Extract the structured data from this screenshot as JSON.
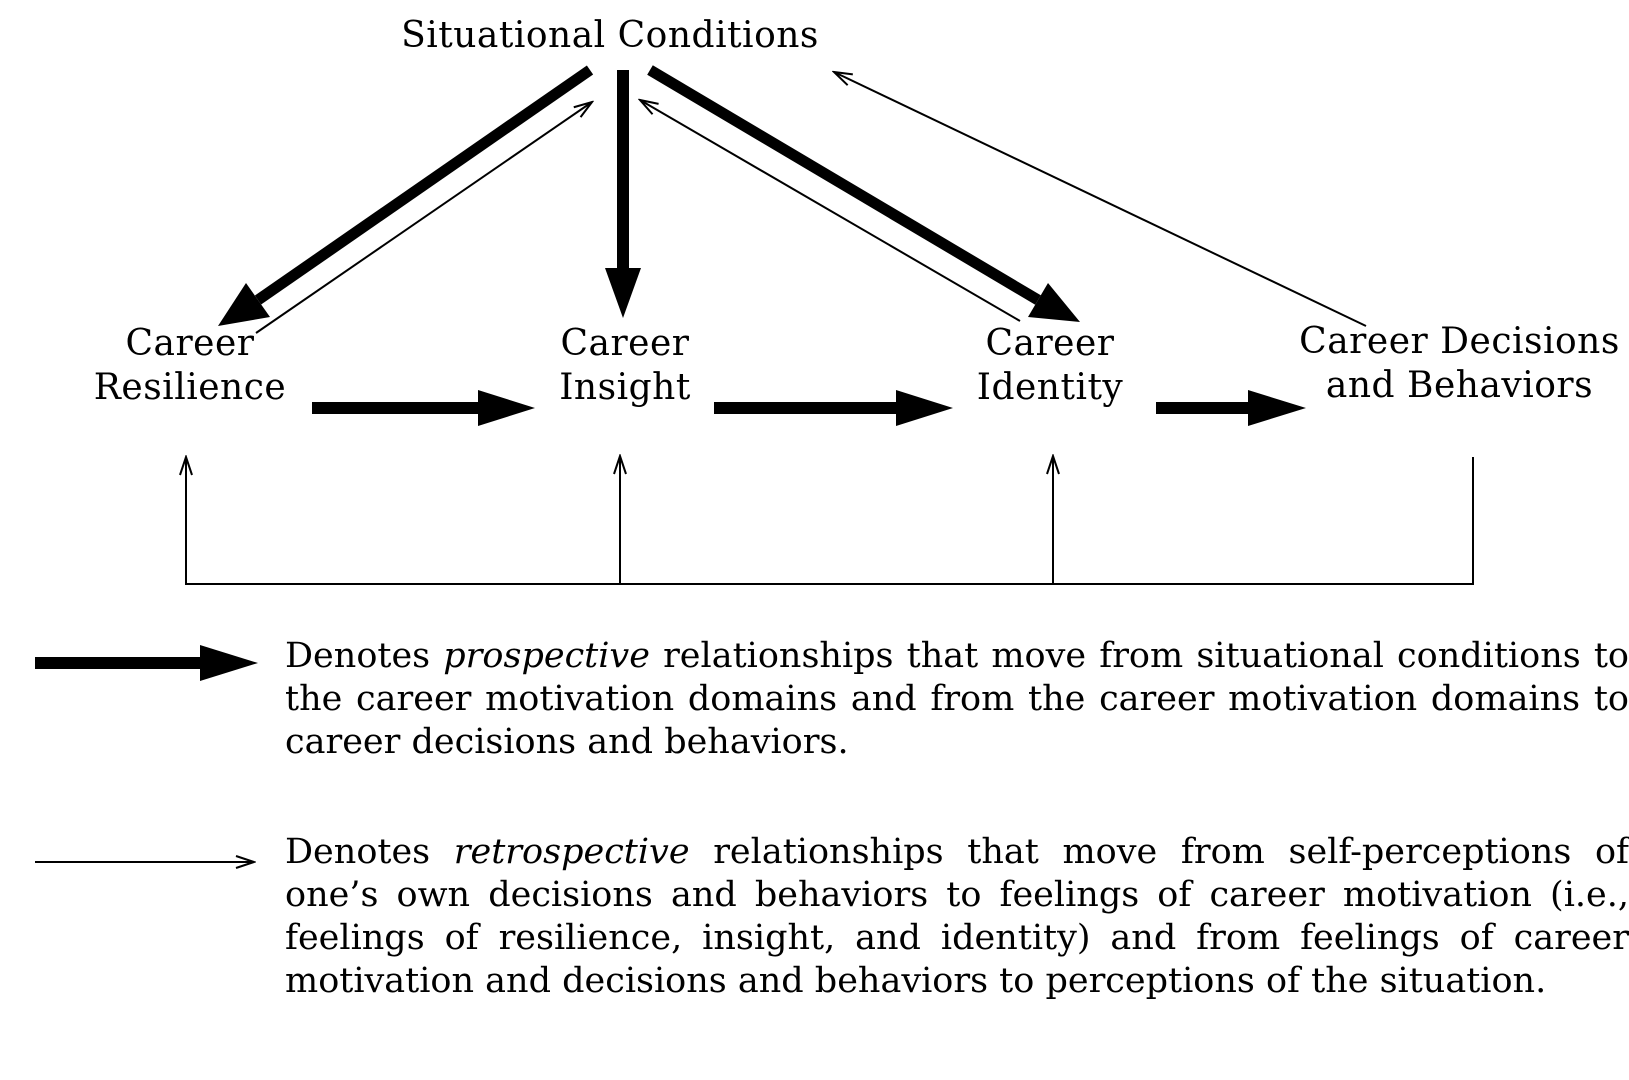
{
  "nodes": {
    "situational": {
      "line1": "Situational Conditions"
    },
    "resilience": {
      "line1": "Career",
      "line2": "Resilience"
    },
    "insight": {
      "line1": "Career",
      "line2": "Insight"
    },
    "identity": {
      "line1": "Career",
      "line2": "Identity"
    },
    "decisions": {
      "line1": "Career Decisions",
      "line2": "and Behaviors"
    }
  },
  "legend": {
    "prospective": {
      "before": "Denotes ",
      "keyword": "prospective",
      "after": " relationships that move from situational conditions to the career motivation domains and from the career motivation domains to career decisions and behaviors."
    },
    "retrospective": {
      "before": "Denotes ",
      "keyword": "retrospective",
      "after": " relationships that move from self-perceptions of one’s own decisions and behaviors to feelings of career motivation (i.e., feelings of resilience, insight, and identity) and from feelings of career motivation and decisions and behaviors to perceptions of the situation."
    }
  },
  "edges": [
    {
      "from": "Situational Conditions",
      "to": "Career Resilience",
      "kind": "prospective"
    },
    {
      "from": "Situational Conditions",
      "to": "Career Insight",
      "kind": "prospective"
    },
    {
      "from": "Situational Conditions",
      "to": "Career Identity",
      "kind": "prospective"
    },
    {
      "from": "Career Resilience",
      "to": "Career Insight",
      "kind": "prospective"
    },
    {
      "from": "Career Insight",
      "to": "Career Identity",
      "kind": "prospective"
    },
    {
      "from": "Career Identity",
      "to": "Career Decisions and Behaviors",
      "kind": "prospective"
    },
    {
      "from": "Career Resilience",
      "to": "Situational Conditions",
      "kind": "retrospective"
    },
    {
      "from": "Career Identity",
      "to": "Situational Conditions",
      "kind": "retrospective"
    },
    {
      "from": "Career Decisions and Behaviors",
      "to": "Situational Conditions",
      "kind": "retrospective"
    },
    {
      "from": "Career Decisions and Behaviors",
      "to": "Career Resilience",
      "kind": "retrospective"
    },
    {
      "from": "Career Decisions and Behaviors",
      "to": "Career Insight",
      "kind": "retrospective"
    },
    {
      "from": "Career Decisions and Behaviors",
      "to": "Career Identity",
      "kind": "retrospective"
    }
  ],
  "colors": {
    "ink": "#000000",
    "background": "#ffffff"
  }
}
